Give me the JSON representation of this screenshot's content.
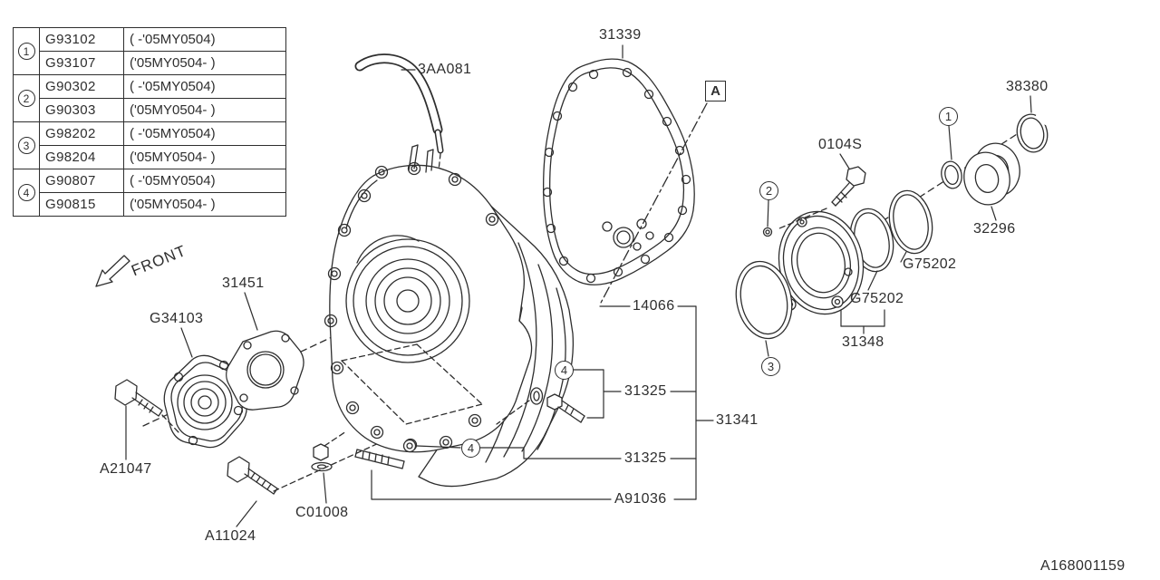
{
  "diagram": {
    "id": "A168001159",
    "front_label": "FRONT",
    "section_marker": "A"
  },
  "applicability_table": {
    "rows": [
      {
        "num": "1",
        "a_code": "G93102",
        "a_range": "( -'05MY0504)",
        "b_code": "G93107",
        "b_range": "('05MY0504- )"
      },
      {
        "num": "2",
        "a_code": "G90302",
        "a_range": "( -'05MY0504)",
        "b_code": "G90303",
        "b_range": "('05MY0504- )"
      },
      {
        "num": "3",
        "a_code": "G98202",
        "a_range": "( -'05MY0504)",
        "b_code": "G98204",
        "b_range": "('05MY0504- )"
      },
      {
        "num": "4",
        "a_code": "G90807",
        "a_range": "( -'05MY0504)",
        "b_code": "G90815",
        "b_range": "('05MY0504- )"
      }
    ]
  },
  "part_labels": {
    "hose": "3AA081",
    "gasket_case": "31339",
    "bolt_0104s": "0104S",
    "snap_ring": "38380",
    "bearing": "32296",
    "seal_ring_upper": "G75202",
    "seal_ring_lower": "G75202",
    "rotor_assembly": "31348",
    "plate": "14066",
    "gasket_cover": "31451",
    "pump_cover": "G34103",
    "bolt_a21047": "A21047",
    "bolt_a11024": "A11024",
    "nut_c01008": "C01008",
    "bolt_31325_upper": "31325",
    "bolt_31325_lower": "31325",
    "pump_assembly": "31341",
    "stud_a91036": "A91036"
  },
  "callouts": {
    "n1": "1",
    "n2": "2",
    "n3": "3",
    "n4": "4"
  }
}
